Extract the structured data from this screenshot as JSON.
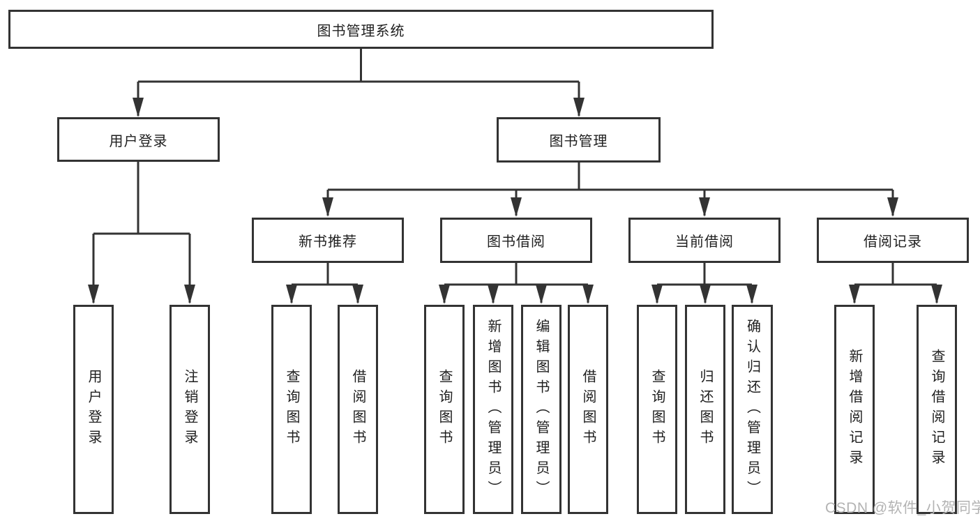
{
  "diagram": {
    "root": {
      "label": "图书管理系统"
    },
    "branches": [
      {
        "label": "用户登录",
        "leaves": [
          "用户登录",
          "注销登录"
        ]
      },
      {
        "label": "图书管理",
        "groups": [
          {
            "label": "新书推荐",
            "leaves": [
              "查询图书",
              "借阅图书"
            ]
          },
          {
            "label": "图书借阅",
            "leaves": [
              "查询图书",
              "新增图书（管理员）",
              "编辑图书（管理员）",
              "借阅图书"
            ]
          },
          {
            "label": "当前借阅",
            "leaves": [
              "查询图书",
              "归还图书",
              "确认归还（管理员）"
            ]
          },
          {
            "label": "借阅记录",
            "leaves": [
              "新增借阅记录",
              "查询借阅记录"
            ]
          }
        ]
      }
    ]
  },
  "watermark": {
    "text": "CSDN @软件_小贺同学",
    "color": "#b3b3b3"
  },
  "colors": {
    "line": "#333333",
    "box_border": "#333333",
    "text": "#1f1f1f",
    "background": "#ffffff"
  }
}
